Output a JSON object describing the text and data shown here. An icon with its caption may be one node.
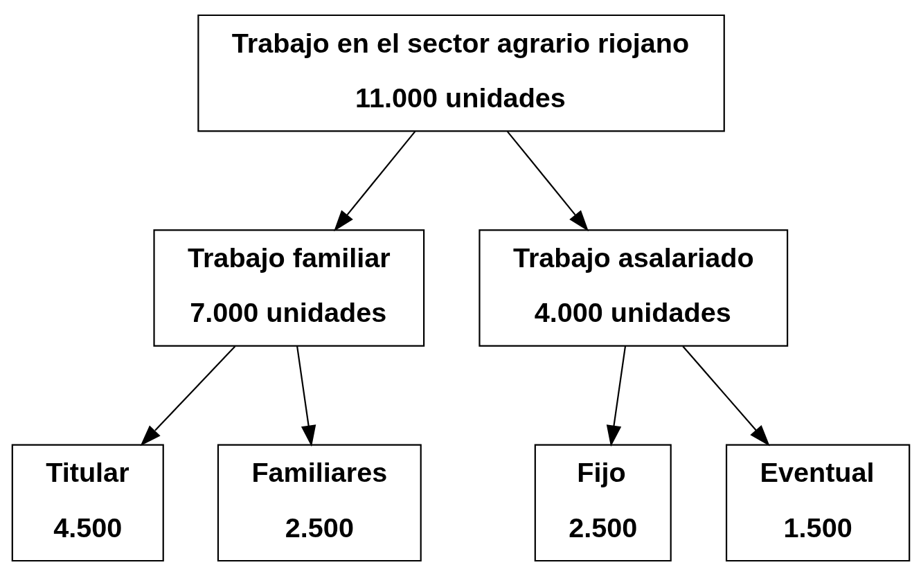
{
  "diagram": {
    "nodes": [
      {
        "text": [
          "Trabajo en el sector agrario riojano",
          "11.000 unidades"
        ]
      },
      {
        "text": [
          "Trabajo familiar",
          "7.000 unidades"
        ]
      },
      {
        "text": [
          "Trabajo asalariado",
          "4.000 unidades"
        ]
      },
      {
        "text": [
          "Titular",
          "4.500"
        ]
      },
      {
        "text": [
          "Familiares",
          "2.500"
        ]
      },
      {
        "text": [
          "Fijo",
          "2.500"
        ]
      },
      {
        "text": [
          "Eventual",
          "1.500"
        ]
      }
    ],
    "edges": [
      {
        "from": 0,
        "to": 1,
        "arrow": "to"
      },
      {
        "from": 0,
        "to": 2,
        "arrow": "to"
      },
      {
        "from": 1,
        "to": 3,
        "arrow": "to"
      },
      {
        "from": 1,
        "to": 4,
        "arrow": "to"
      },
      {
        "from": 2,
        "to": 5,
        "arrow": "to"
      },
      {
        "from": 2,
        "to": 6,
        "arrow": "to"
      }
    ]
  }
}
